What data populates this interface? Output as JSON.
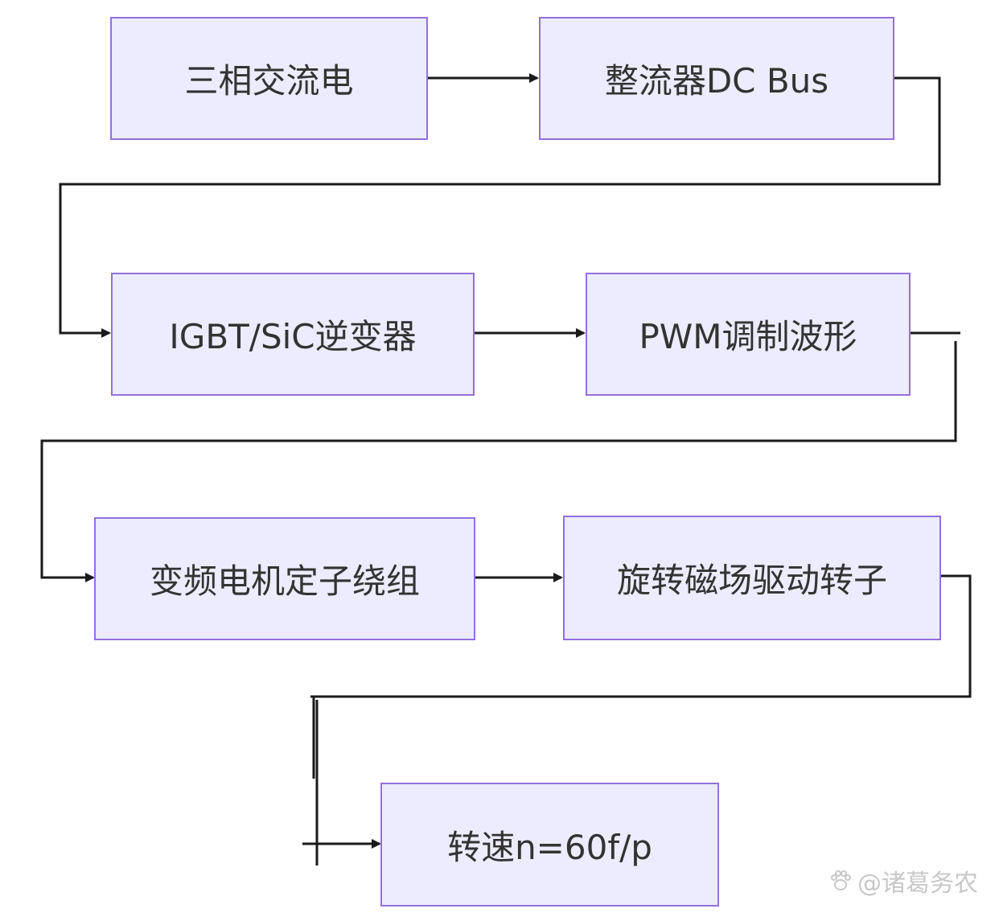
{
  "nodes": [
    {
      "id": "ac",
      "label": "三相交流电"
    },
    {
      "id": "rectifier",
      "label": "整流器DC Bus"
    },
    {
      "id": "inverter",
      "label": "IGBT/SiC逆变器"
    },
    {
      "id": "pwm",
      "label": "PWM调制波形"
    },
    {
      "id": "stator",
      "label": "变频电机定子绕组"
    },
    {
      "id": "field",
      "label": "旋转磁场驱动转子"
    },
    {
      "id": "speed",
      "label": "转速n=60f/p"
    }
  ],
  "edges": [
    {
      "from": "ac",
      "to": "rectifier"
    },
    {
      "from": "rectifier",
      "to": "inverter"
    },
    {
      "from": "inverter",
      "to": "pwm"
    },
    {
      "from": "pwm",
      "to": "stator"
    },
    {
      "from": "stator",
      "to": "field"
    },
    {
      "from": "field",
      "to": "speed"
    }
  ],
  "colors": {
    "node_fill": "#ececfe",
    "node_border": "#9370db",
    "text": "#333333",
    "edge": "#1a1a1a",
    "watermark": "#c8c8c8"
  },
  "watermark": {
    "icon": "paw-icon",
    "text": "@诸葛务农"
  }
}
